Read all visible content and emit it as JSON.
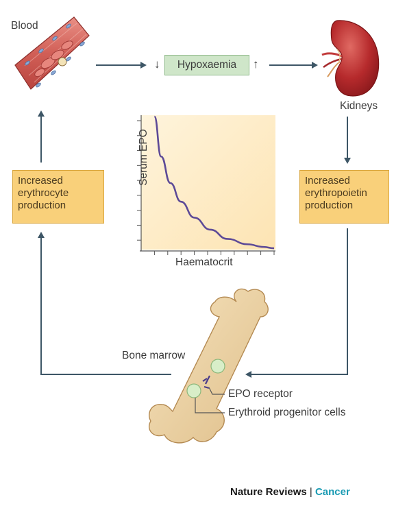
{
  "labels": {
    "blood": "Blood",
    "kidneys": "Kidneys",
    "hypoxaemia": "Hypoxaemia",
    "down_arrow": "↓",
    "up_arrow": "↑",
    "increased_erythrocyte": [
      "Increased",
      "erythrocyte",
      "production"
    ],
    "increased_erythropoietin": [
      "Increased",
      "erythropoietin",
      "production"
    ],
    "bone_marrow": "Bone marrow",
    "epo_receptor": "EPO receptor",
    "progenitor_cells": "Erythroid progenitor cells"
  },
  "chart": {
    "ylabel": "Serum EPO",
    "xlabel": "Haematocrit"
  },
  "chart_data": {
    "type": "line",
    "title": "",
    "xlabel": "Haematocrit",
    "ylabel": "Serum EPO",
    "x_ticks": 10,
    "y_ticks": 9,
    "series": [
      {
        "x": [
          0.1,
          0.15,
          0.22,
          0.3,
          0.4,
          0.52,
          0.65,
          0.8,
          0.92,
          1.0
        ],
        "y": [
          1.0,
          0.7,
          0.5,
          0.36,
          0.24,
          0.15,
          0.08,
          0.04,
          0.02,
          0.01
        ]
      }
    ]
  },
  "footer": {
    "journal": "Nature Reviews",
    "separator": "|",
    "section": "Cancer"
  },
  "colors": {
    "arrow": "#3d5666",
    "box_fill": "#f9d07a",
    "hypoxaemia_fill": "#cfe6c9",
    "curve": "#5d4a97",
    "bone": "#ecd3a6",
    "kidney": "#b3262a",
    "blood_vessel": "#c8524d"
  }
}
